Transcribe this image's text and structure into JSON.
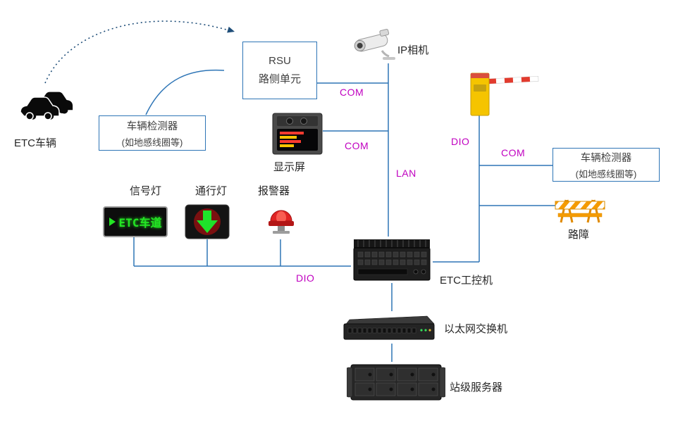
{
  "diagram": {
    "colors": {
      "line_color": "#2E75B6",
      "box_border_color": "#2E75B6",
      "label_color": "#C000C0",
      "arc_color": "#1F4E79",
      "text_color": "#262626"
    },
    "labels": {
      "etc_vehicle": "ETC车辆",
      "rsu_line1": "RSU",
      "rsu_line2": "路侧单元",
      "detector_line1": "车辆检测器",
      "detector_line2": "(如地感线圈等)",
      "ip_camera": "IP相机",
      "display": "显示屏",
      "signal_light": "信号灯",
      "pass_light": "通行灯",
      "alarm": "报警器",
      "roadblock": "路障",
      "ipc": "ETC工控机",
      "switch": "以太网交换机",
      "server": "站级服务器",
      "signal_led_text": "ETC车道"
    },
    "connections": {
      "com_rsu": "COM",
      "com_display": "COM",
      "lan": "LAN",
      "dio_gate": "DIO",
      "com_detector_right": "COM",
      "dio_bus": "DIO"
    }
  }
}
